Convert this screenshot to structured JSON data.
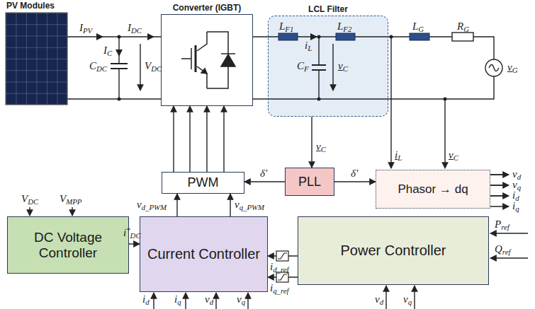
{
  "diagram": {
    "nodes": [
      {
        "text": [
          "PV Modules"
        ]
      },
      {
        "text": [
          "Converter (IGBT)"
        ]
      },
      {
        "text": [
          "LCL Filter"
        ]
      },
      {
        "text": [
          "PWM"
        ]
      },
      {
        "text": [
          "PLL"
        ]
      },
      {
        "text": [
          "Phasor → dq"
        ]
      },
      {
        "text": [
          "DC Voltage Controller"
        ]
      },
      {
        "text": [
          "Current Controller"
        ]
      },
      {
        "text": [
          "Power Controller"
        ]
      }
    ],
    "edges": [
      {
        "from": 2,
        "to": 4,
        "arrow": "to",
        "label": "vC"
      },
      {
        "from": 4,
        "to": 3,
        "arrow": "to",
        "label": "δ'"
      },
      {
        "from": 4,
        "to": 5,
        "arrow": "to",
        "label": "δ'"
      },
      {
        "from": 3,
        "to": 1,
        "arrow": "to"
      },
      {
        "from": 6,
        "to": 7,
        "arrow": "to",
        "label": "i*DC"
      },
      {
        "from": 7,
        "to": 3,
        "arrow": "to",
        "label": "vd_PWM"
      },
      {
        "from": 7,
        "to": 3,
        "arrow": "to",
        "label": "vq_PWM"
      },
      {
        "from": 8,
        "to": 7,
        "arrow": "to",
        "label": "id_ref"
      },
      {
        "from": 8,
        "to": 7,
        "arrow": "to",
        "label": "iq_ref"
      }
    ],
    "labels": [
      "IPV",
      "IDC",
      "IC",
      "CDC",
      "VDC",
      "LF1",
      "iL",
      "LF2",
      "CF",
      "vC",
      "LG",
      "RG",
      "vG",
      "iL",
      "vC",
      "vd",
      "vq",
      "id",
      "iq",
      "VDC",
      "VMPP",
      "Pref",
      "Qref",
      "id",
      "iq",
      "vd",
      "vq",
      "vd",
      "vq"
    ]
  }
}
